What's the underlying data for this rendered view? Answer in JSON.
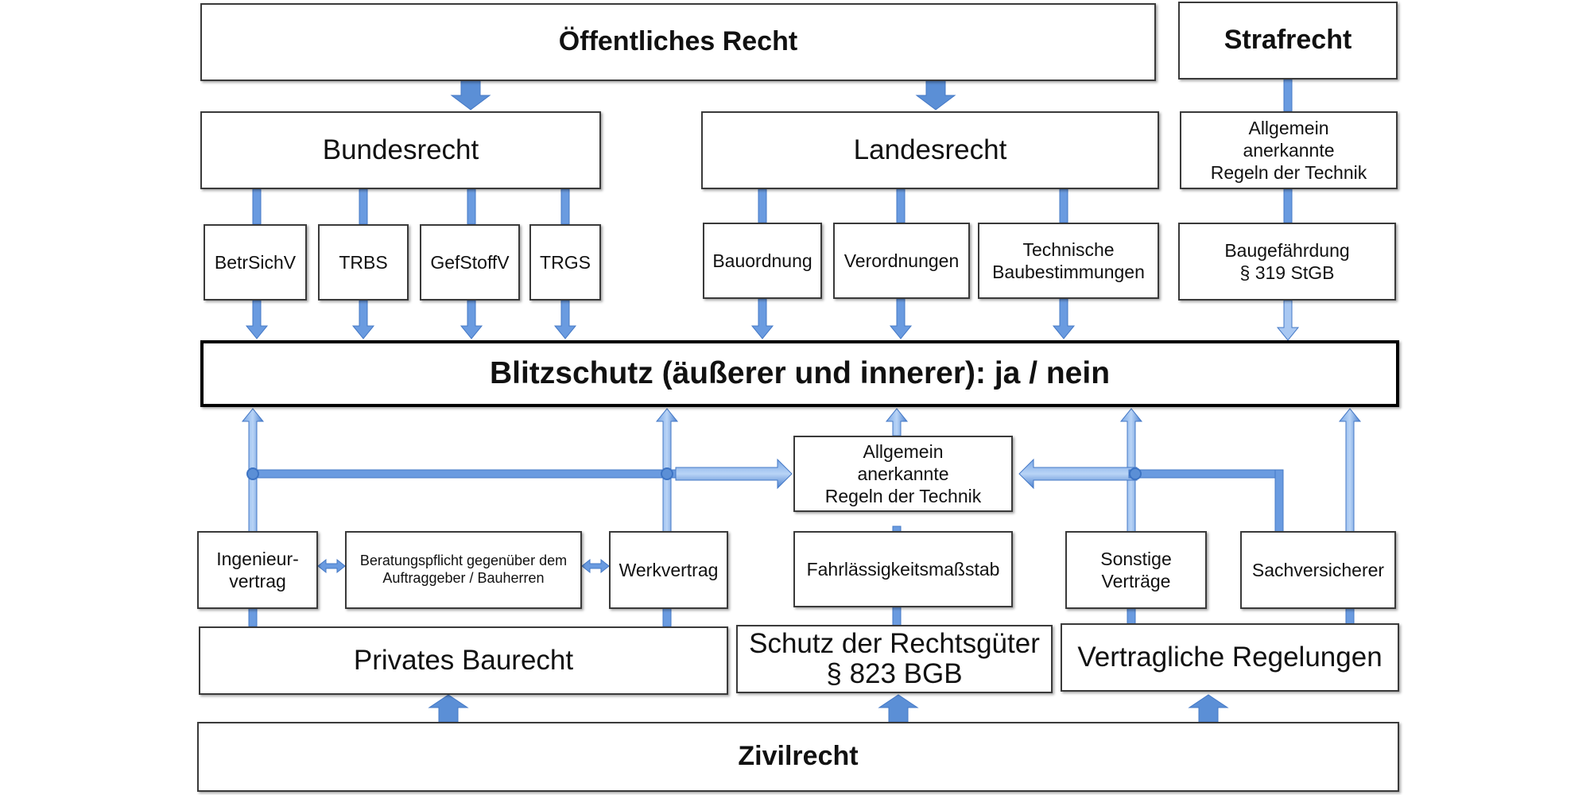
{
  "colors": {
    "arrow_fill": "#5b8fd6",
    "arrow_light": "#9cc0ee",
    "arrow_dark": "#3d74c4",
    "border": "#3a3a3a"
  },
  "boxes": {
    "oeffentliches_recht": "Öffentliches Recht",
    "strafrecht": "Strafrecht",
    "bundesrecht": "Bundesrecht",
    "landesrecht": "Landesrecht",
    "regeln_technik_top": "Allgemein\nanerkannte\nRegeln der Technik",
    "betrsichv": "BetrSichV",
    "trbs": "TRBS",
    "gefstoffv": "GefStoffV",
    "trgs": "TRGS",
    "bauordnung": "Bauordnung",
    "verordnungen": "Verordnungen",
    "technische_baubestimmungen": "Technische\nBaubestimmungen",
    "baugefaehrdung": "Baugefährdung\n§ 319 StGB",
    "blitzschutz": "Blitzschutz (äußerer und innerer): ja / nein",
    "regeln_technik_mid": "Allgemein\nanerkannte\nRegeln der Technik",
    "ingenieurvertrag": "Ingenieur-\nvertrag",
    "beratungspflicht": "Beratungspflicht gegenüber dem\nAuftraggeber / Bauherren",
    "werkvertrag": "Werkvertrag",
    "fahrlaessigkeit": "Fahrlässigkeitsmaßstab",
    "sonstige_vertraege": "Sonstige\nVerträge",
    "sachversicherer": "Sachversicherer",
    "privates_baurecht": "Privates Baurecht",
    "schutz_rechtsgueter": "Schutz der Rechtsgüter\n§ 823 BGB",
    "vertragliche_regelungen": "Vertragliche Regelungen",
    "zivilrecht": "Zivilrecht"
  }
}
